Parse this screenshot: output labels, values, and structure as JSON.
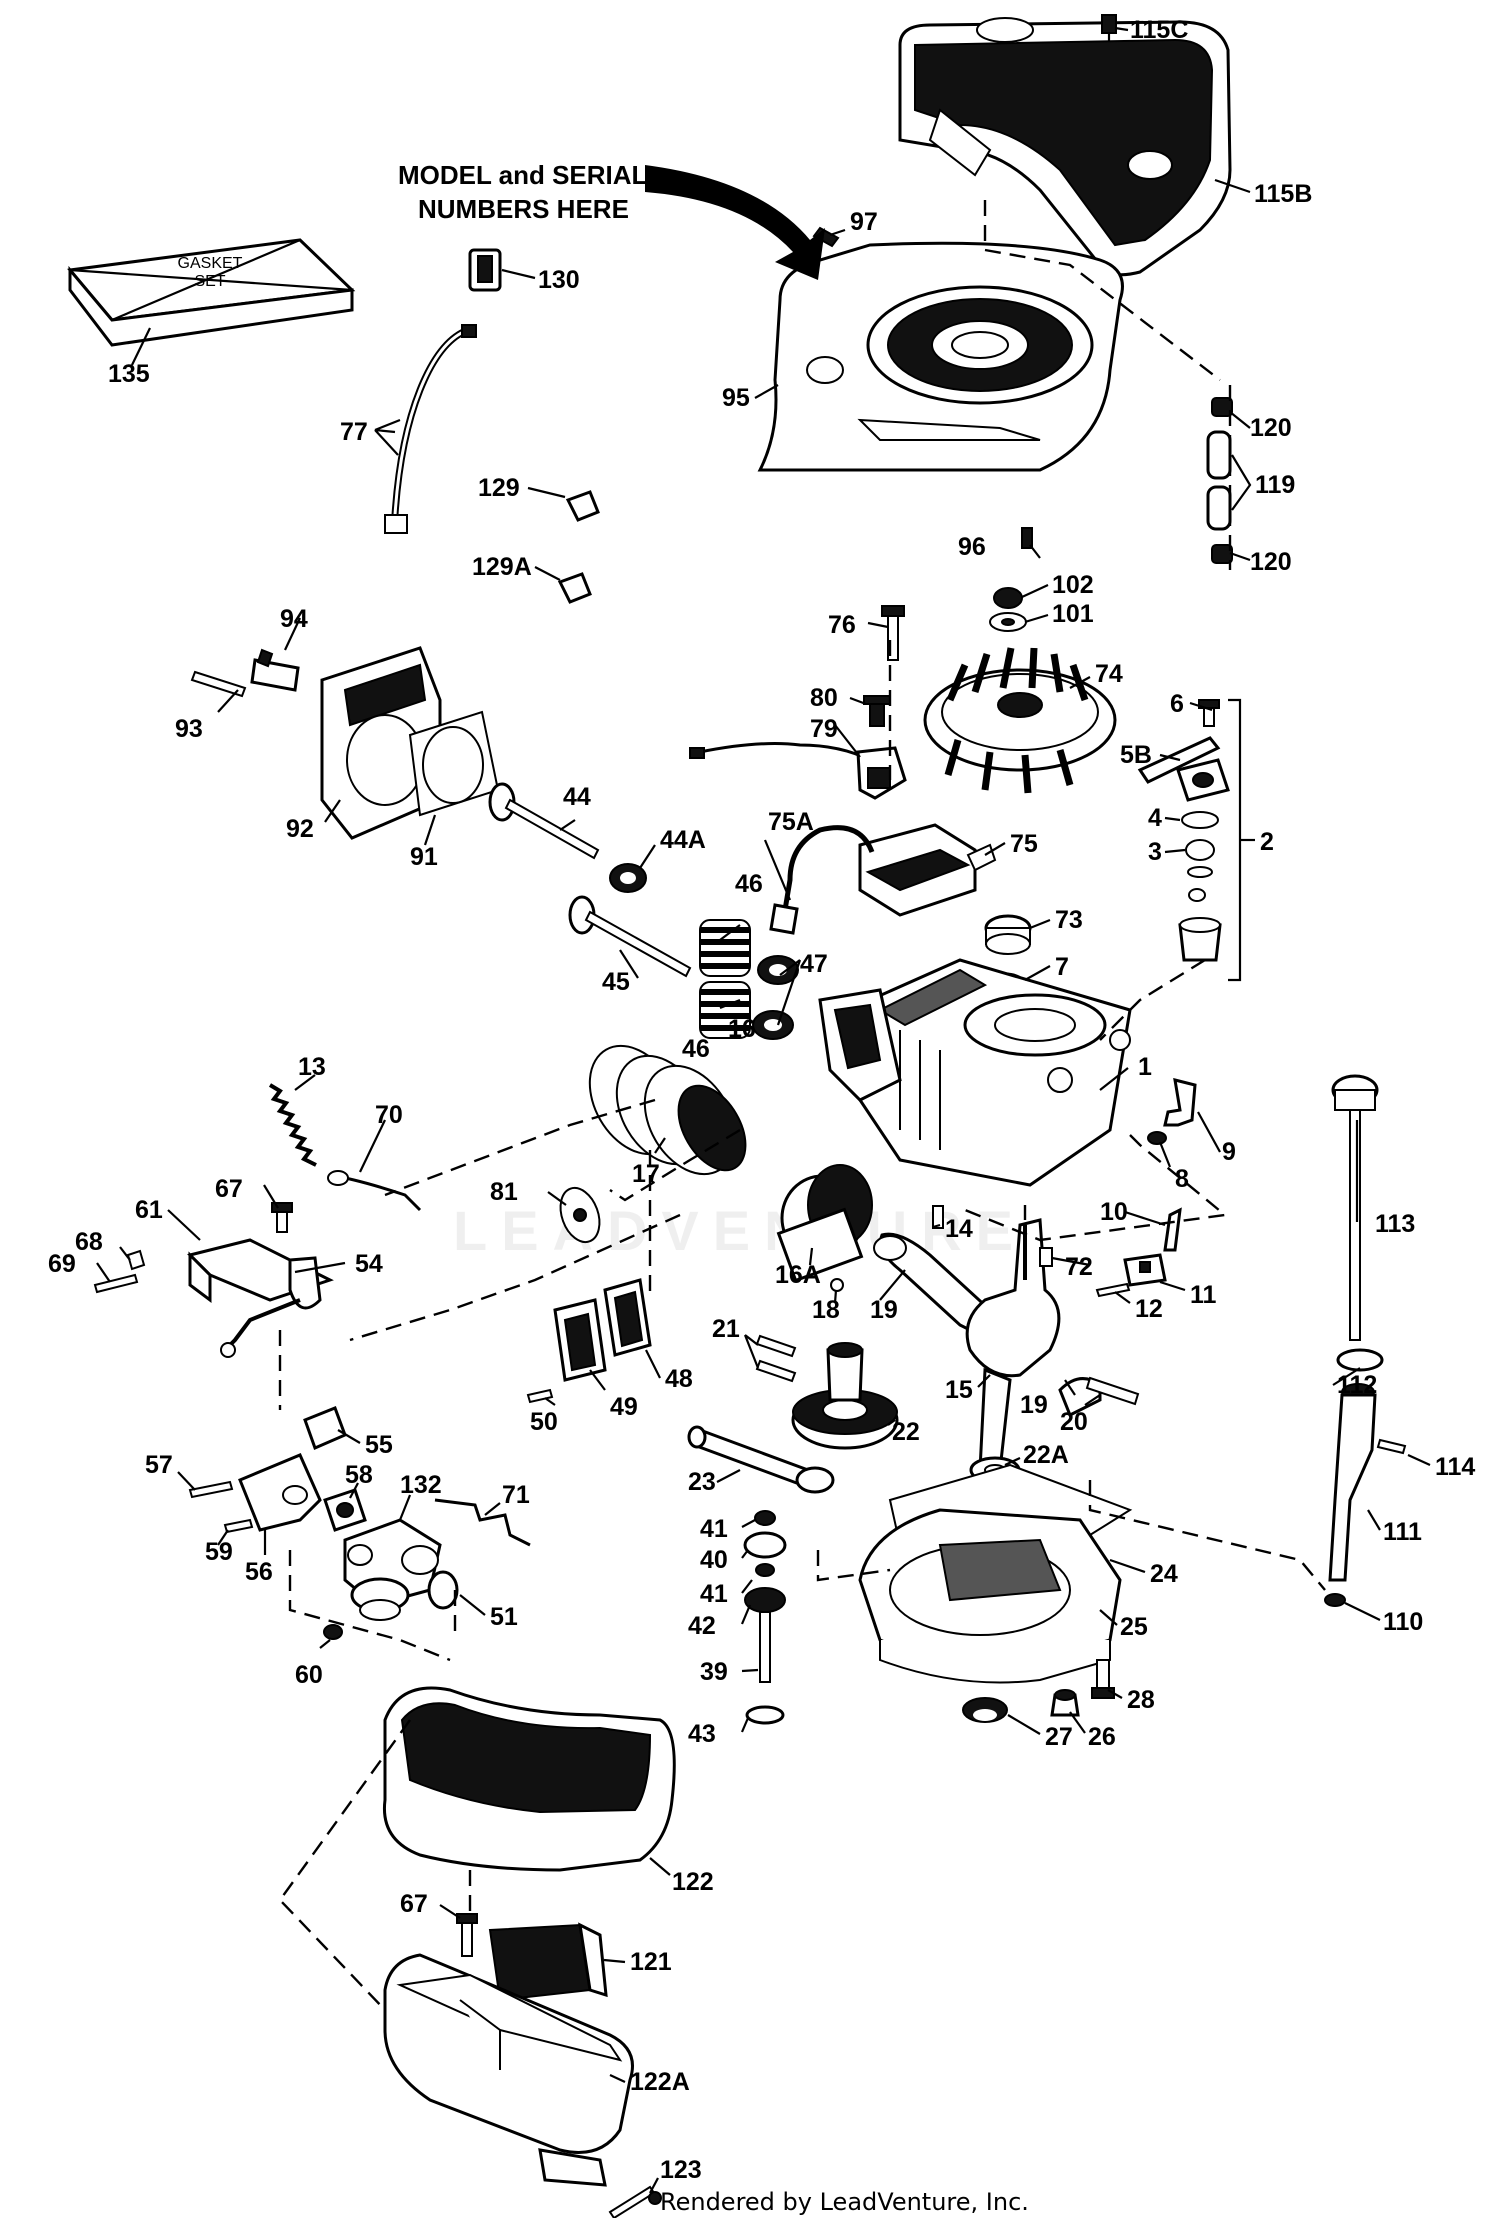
{
  "callout": {
    "line1": "MODEL and SERIAL",
    "line2": "NUMBERS HERE"
  },
  "gasket_box": {
    "line1": "GASKET",
    "line2": "SET"
  },
  "watermark": "LEADVENTURE",
  "footer": "Rendered by LeadVenture, Inc.",
  "parts": {
    "p115c": "115C",
    "p115b": "115B",
    "p97": "97",
    "p95": "95",
    "p96": "96",
    "p120a": "120",
    "p119": "119",
    "p120b": "120",
    "p130": "130",
    "p135": "135",
    "p77": "77",
    "p129": "129",
    "p129a": "129A",
    "p102": "102",
    "p101": "101",
    "p76": "76",
    "p74": "74",
    "p80": "80",
    "p79": "79",
    "p94": "94",
    "p93": "93",
    "p92": "92",
    "p91": "91",
    "p44": "44",
    "p44a": "44A",
    "p75a": "75A",
    "p75": "75",
    "p6": "6",
    "p5b": "5B",
    "p4": "4",
    "p3": "3",
    "p2": "2",
    "p73": "73",
    "p7": "7",
    "p46a": "46",
    "p47": "47",
    "p45": "45",
    "p46b": "46",
    "p16": "16",
    "p1": "1",
    "p13": "13",
    "p70": "70",
    "p9": "9",
    "p8": "8",
    "p17": "17",
    "p67a": "67",
    "p61": "61",
    "p81": "81",
    "p10": "10",
    "p113": "113",
    "p68": "68",
    "p69": "69",
    "p54": "54",
    "p16a": "16A",
    "p14": "14",
    "p72": "72",
    "p11": "11",
    "p12": "12",
    "p18": "18",
    "p19a": "19",
    "p21": "21",
    "p48": "48",
    "p49": "49",
    "p15": "15",
    "p19b": "19",
    "p20": "20",
    "p112": "112",
    "p50": "50",
    "p22": "22",
    "p55": "55",
    "p114": "114",
    "p57": "57",
    "p58": "58",
    "p132": "132",
    "p71": "71",
    "p23": "23",
    "p22a": "22A",
    "p111": "111",
    "p59": "59",
    "p56": "56",
    "p41a": "41",
    "p40": "40",
    "p24": "24",
    "p41b": "41",
    "p51": "51",
    "p42": "42",
    "p25": "25",
    "p110": "110",
    "p60": "60",
    "p39": "39",
    "p28": "28",
    "p43": "43",
    "p27": "27",
    "p26": "26",
    "p122": "122",
    "p67b": "67",
    "p121": "121",
    "p122a": "122A",
    "p123": "123"
  }
}
